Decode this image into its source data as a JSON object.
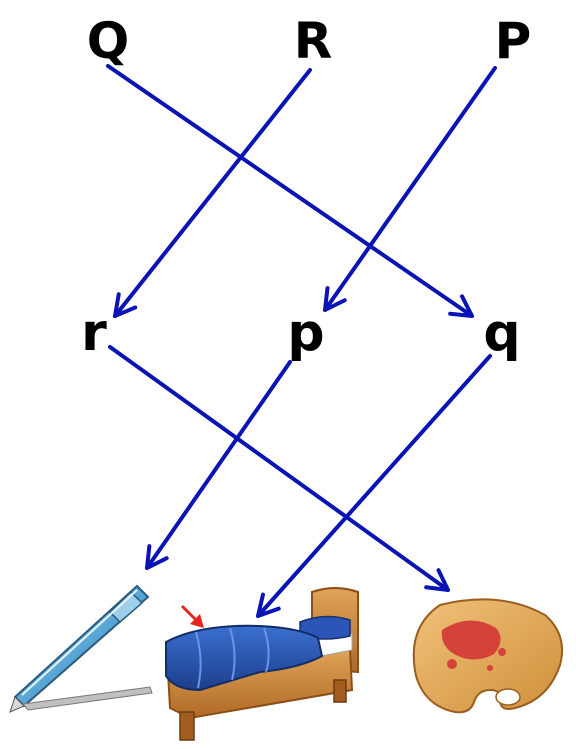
{
  "colors": {
    "arrow": "#0a14b4",
    "marker": "#e8221f"
  },
  "uppercase": [
    "Q",
    "R",
    "P"
  ],
  "lowercase": [
    "r",
    "p",
    "q"
  ],
  "pictures": [
    {
      "icon": "pen-icon"
    },
    {
      "icon": "bed-icon"
    },
    {
      "icon": "palette-icon"
    }
  ]
}
